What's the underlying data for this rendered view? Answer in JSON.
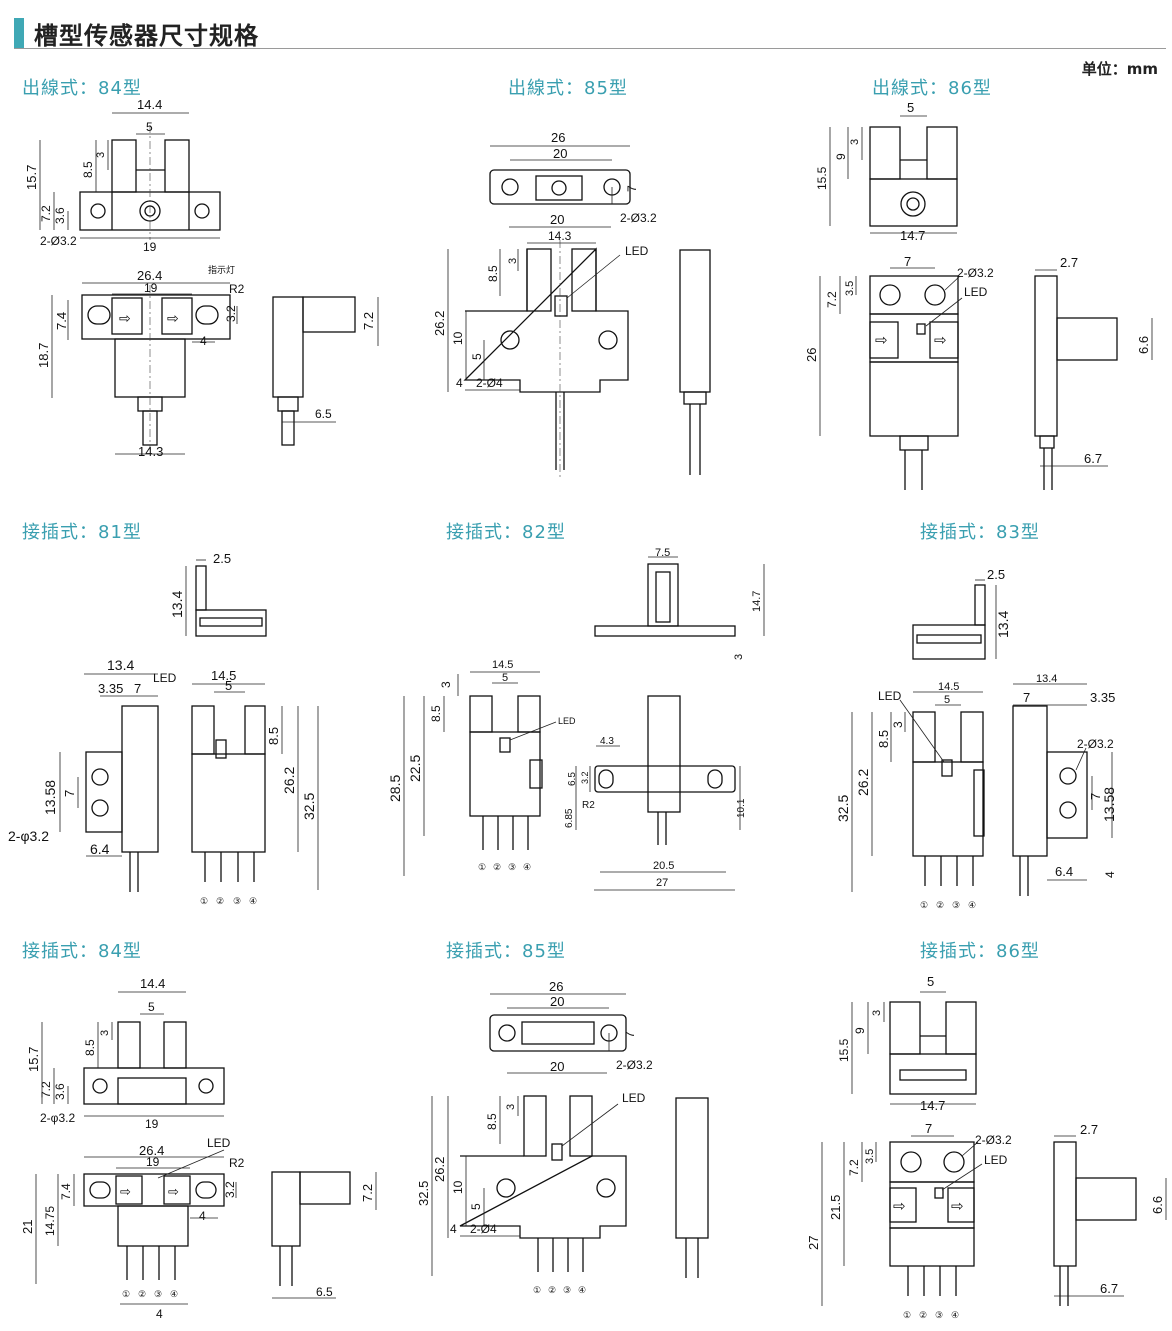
{
  "page": {
    "title": "槽型传感器尺寸规格",
    "unit": "单位：mm",
    "accent": "#3fa8b5",
    "section_color": "#3a9fb0"
  },
  "sections": [
    {
      "label": "出線式：84型"
    },
    {
      "label": "出線式：85型"
    },
    {
      "label": "出線式：86型"
    },
    {
      "label": "接插式：81型"
    },
    {
      "label": "接插式：82型"
    },
    {
      "label": "接插式：83型"
    },
    {
      "label": "接插式：84型"
    },
    {
      "label": "接插式：85型"
    },
    {
      "label": "接插式：86型"
    }
  ],
  "dims": {
    "o84": [
      "14.4",
      "5",
      "15.7",
      "8.5",
      "3",
      "7.2",
      "3.6",
      "2-Ø3.2",
      "19",
      "26.4",
      "19",
      "7.4",
      "18.7",
      "3.2",
      "4",
      "14.3",
      "7.2",
      "6.5",
      "R2",
      "指示灯"
    ],
    "o85": [
      "26",
      "20",
      "7",
      "2-Ø3.2",
      "20",
      "14.3",
      "LED",
      "26.2",
      "8.5",
      "3",
      "10",
      "5",
      "4",
      "2-Ø4"
    ],
    "o86": [
      "5",
      "9",
      "3",
      "15.5",
      "14.7",
      "7",
      "2-Ø3.2",
      "7.2",
      "3.5",
      "LED",
      "26",
      "2.7",
      "6.6",
      "6.7"
    ],
    "p81": [
      "2.5",
      "13.4",
      "13.4",
      "3.35",
      "7",
      "LED",
      "14.5",
      "5",
      "13.58",
      "7",
      "2-φ3.2",
      "6.4",
      "8.5",
      "26.2",
      "32.5"
    ],
    "p82": [
      "7.5",
      "14.7",
      "3",
      "14.5",
      "5",
      "3",
      "8.5",
      "LED",
      "28.5",
      "22.5",
      "4.3",
      "6.5",
      "3.2",
      "6.85",
      "R2",
      "10.1",
      "20.5",
      "27"
    ],
    "p83": [
      "2.5",
      "13.4",
      "14.5",
      "5",
      "LED",
      "3",
      "8.5",
      "26.2",
      "32.5",
      "13.4",
      "7",
      "3.35",
      "2-Ø3.2",
      "7",
      "13.58",
      "6.4",
      "4"
    ],
    "p84": [
      "14.4",
      "5",
      "15.7",
      "8.5",
      "3",
      "7.2",
      "3.6",
      "2-φ3.2",
      "19",
      "26.4",
      "19",
      "LED",
      "R2",
      "14.75",
      "7.4",
      "3.2",
      "21",
      "4",
      "4",
      "7.2",
      "6.5"
    ],
    "p85": [
      "26",
      "20",
      "7",
      "2-Ø3.2",
      "20",
      "LED",
      "8.5",
      "3",
      "26.2",
      "32.5",
      "10",
      "5",
      "4",
      "2-Ø4"
    ],
    "p86": [
      "5",
      "3",
      "9",
      "15.5",
      "14.7",
      "7",
      "2-Ø3.2",
      "7.2",
      "3.5",
      "LED",
      "21.5",
      "27",
      "2.7",
      "6.6",
      "6.7"
    ]
  },
  "pins": [
    "①",
    "②",
    "③",
    "④"
  ]
}
